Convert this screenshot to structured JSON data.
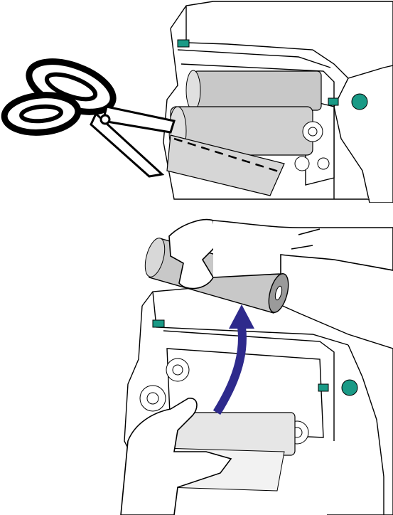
{
  "figure": {
    "panels": [
      {
        "step": "cut-ribbon",
        "depicts": [
          "printer",
          "ribbon-roll",
          "scissors",
          "cut-line"
        ]
      },
      {
        "step": "remove-ribbon-roll",
        "depicts": [
          "printer",
          "ribbon-roll",
          "hands",
          "up-arrow"
        ]
      }
    ]
  },
  "colors": {
    "line": "#000000",
    "roller_gray": "#c8c8c8",
    "roller_light": "#e0e0e0",
    "arrow_blue": "#2e2a8c",
    "teal": "#1a9a86",
    "white": "#ffffff"
  }
}
